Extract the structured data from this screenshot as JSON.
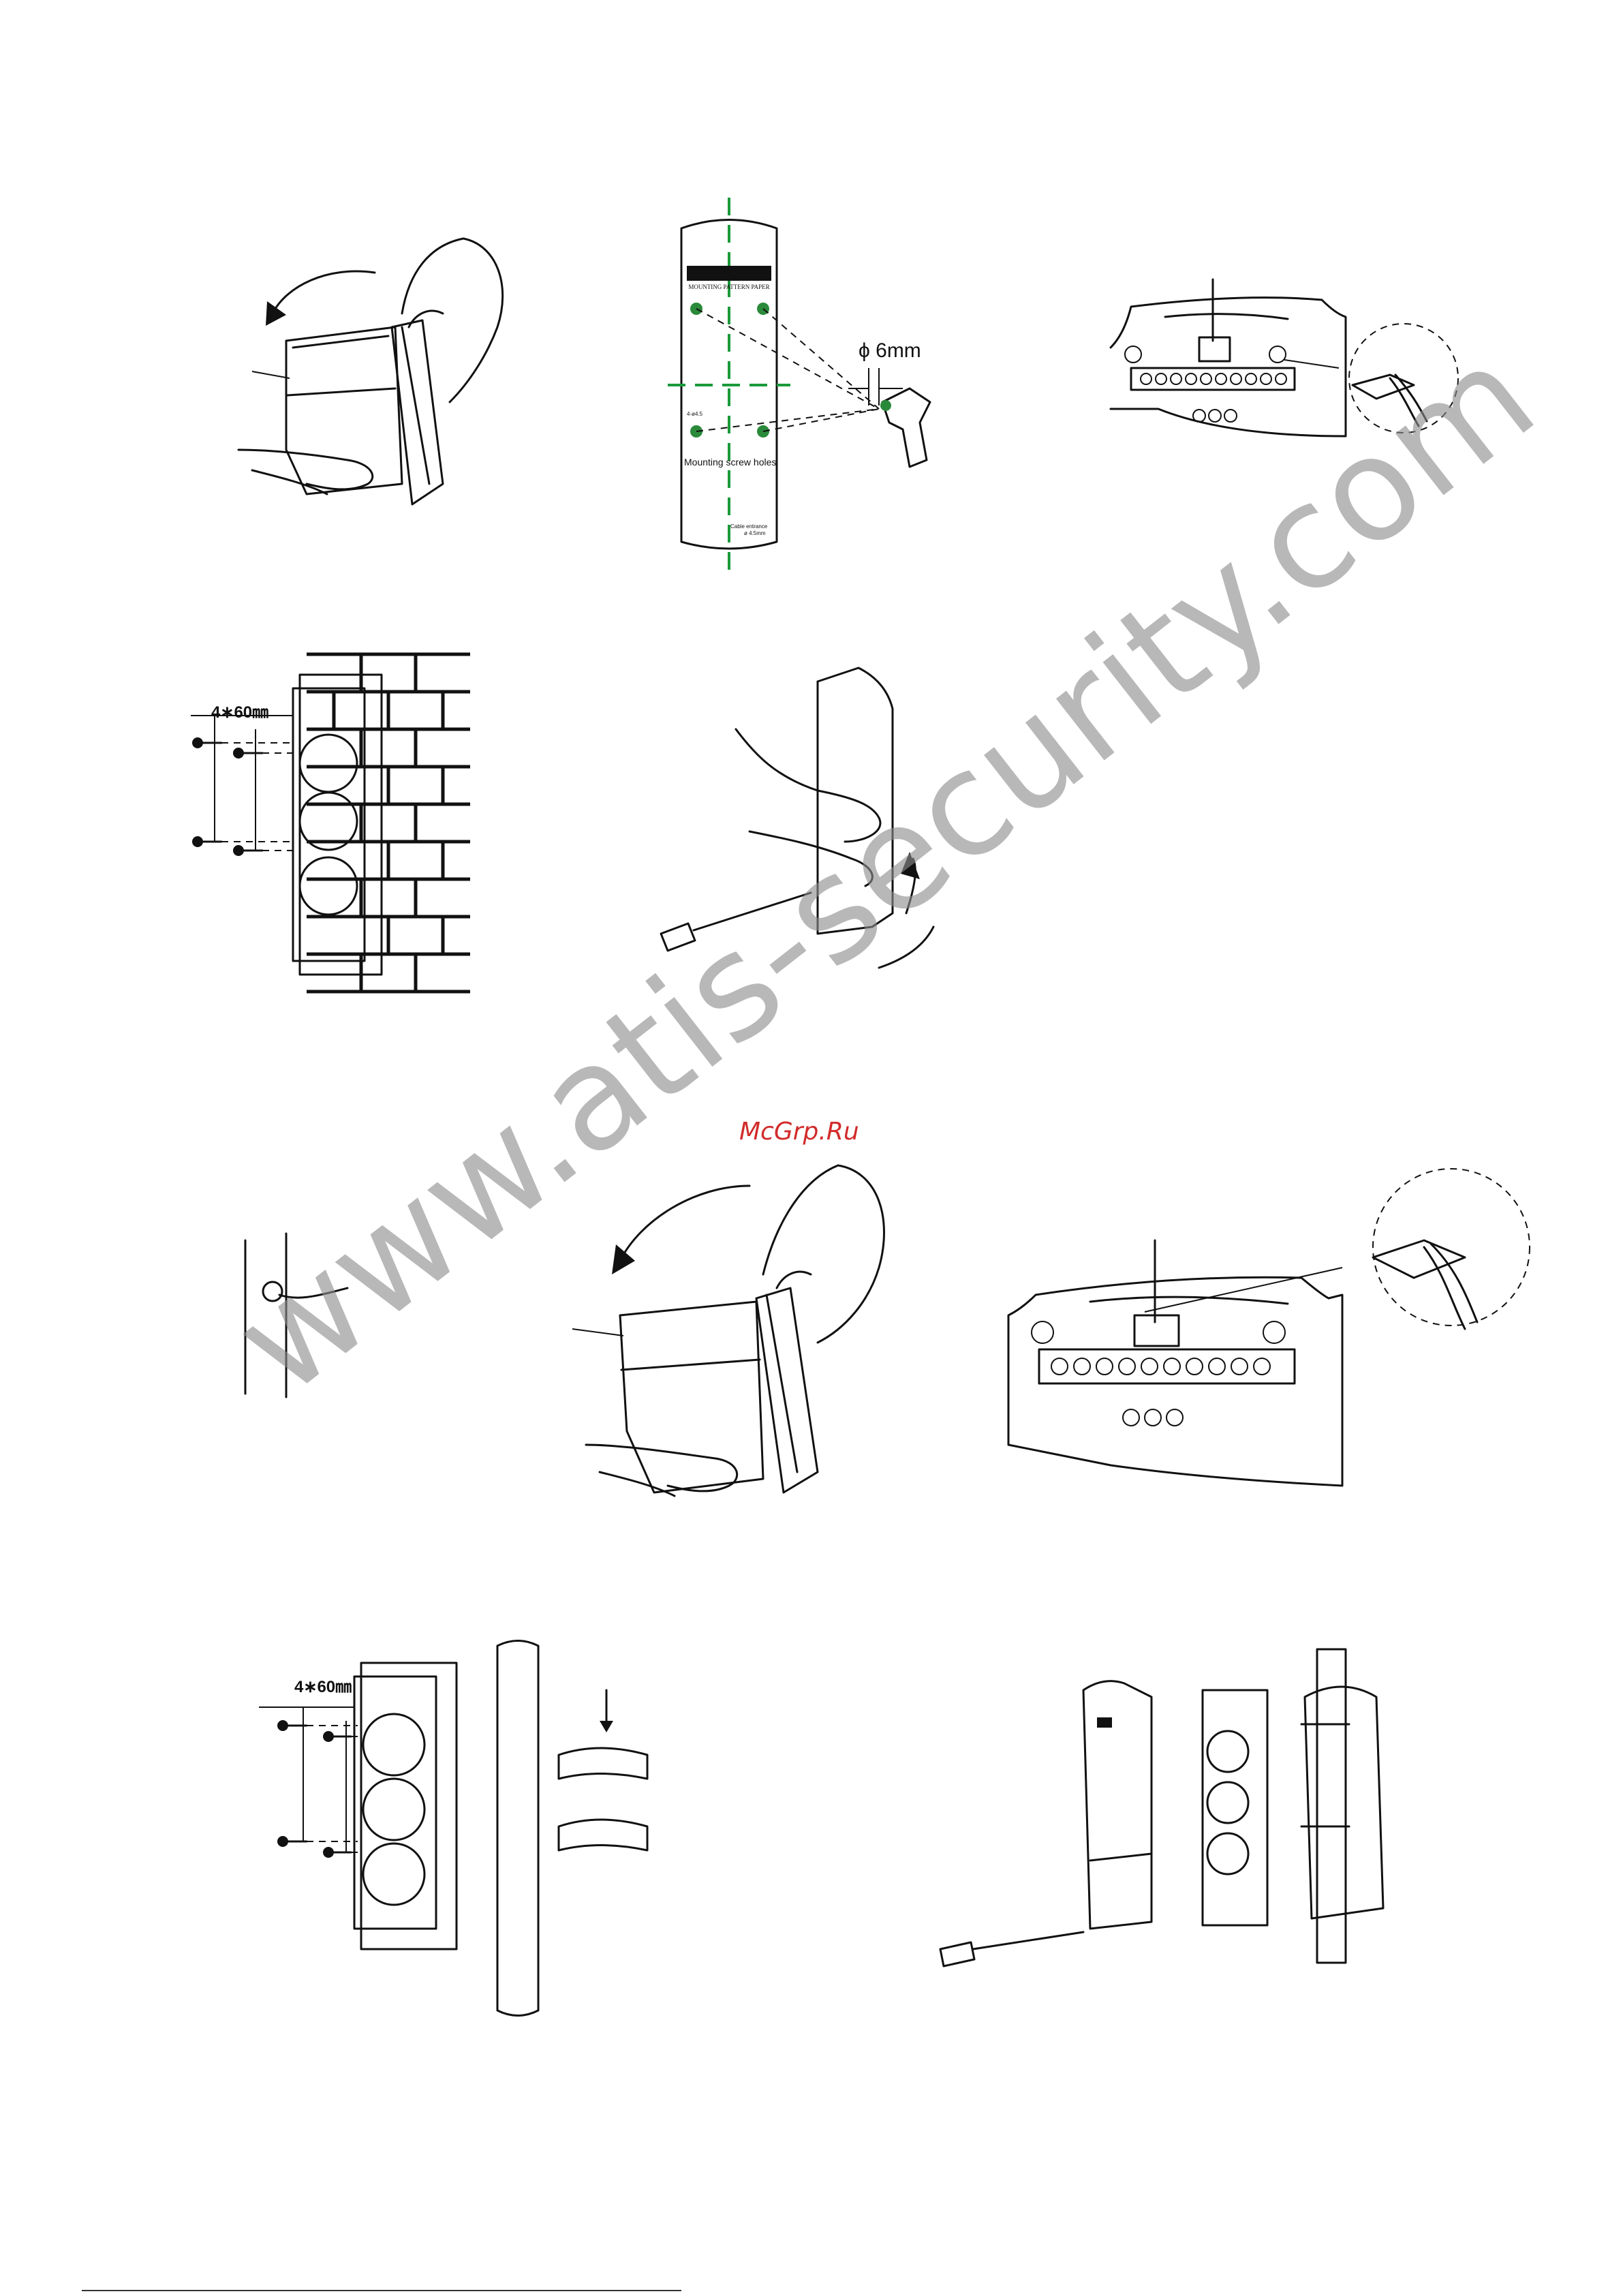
{
  "figures": {
    "drill_template": {
      "header_text": "MOUNTING PATTERN PAPER",
      "diameter_label": "ϕ 6mm",
      "small_label": "4-ø4.5",
      "holes_label": "Mounting screw holes",
      "wire_note_line1": "Cable entrance",
      "wire_note_line2": "ø 4.5mm"
    },
    "wall_mount": {
      "screw_spec": "4∗60㎜"
    },
    "pole_mount": {
      "screw_spec": "4∗60㎜"
    }
  },
  "watermark": {
    "site": "www.atis-security.com",
    "brand": "McGrp.Ru"
  },
  "colors": {
    "guide_line": "#1a9a3a",
    "watermark": "#8c8c8c",
    "brand": "#d22b2b"
  }
}
